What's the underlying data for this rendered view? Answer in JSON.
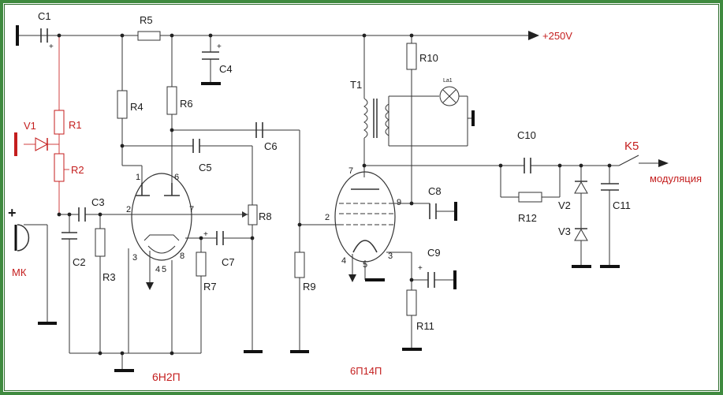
{
  "labels": {
    "C1": "C1",
    "C2": "C2",
    "C3": "C3",
    "C4": "C4",
    "C5": "C5",
    "C6": "C6",
    "C7": "C7",
    "C8": "C8",
    "C9": "C9",
    "C10": "C10",
    "C11": "C11",
    "R1": "R1",
    "R2": "R2",
    "R3": "R3",
    "R4": "R4",
    "R5": "R5",
    "R6": "R6",
    "R7": "R7",
    "R8": "R8",
    "R9": "R9",
    "R10": "R10",
    "R11": "R11",
    "R12": "R12",
    "T1": "T1",
    "V1": "V1",
    "V2": "V2",
    "V3": "V3",
    "La1": "La1",
    "MK": "МК",
    "K5": "K5",
    "supply": "+250V",
    "output": "модуляция",
    "tube1": "6Н2П",
    "tube2": "6П14П",
    "plus": "+"
  },
  "pins": {
    "t1_1": "1",
    "t1_6": "6",
    "t1_2": "2",
    "t1_7": "7",
    "t1_3": "3",
    "t1_4": "4",
    "t1_5": "5",
    "t1_8": "8",
    "t2_7": "7",
    "t2_2": "2",
    "t2_9": "9",
    "t2_4": "4",
    "t2_5": "5",
    "t2_3": "3"
  },
  "colors": {
    "frame": "#3f8a3f",
    "wire": "#333333",
    "accent": "#c41e1e"
  }
}
